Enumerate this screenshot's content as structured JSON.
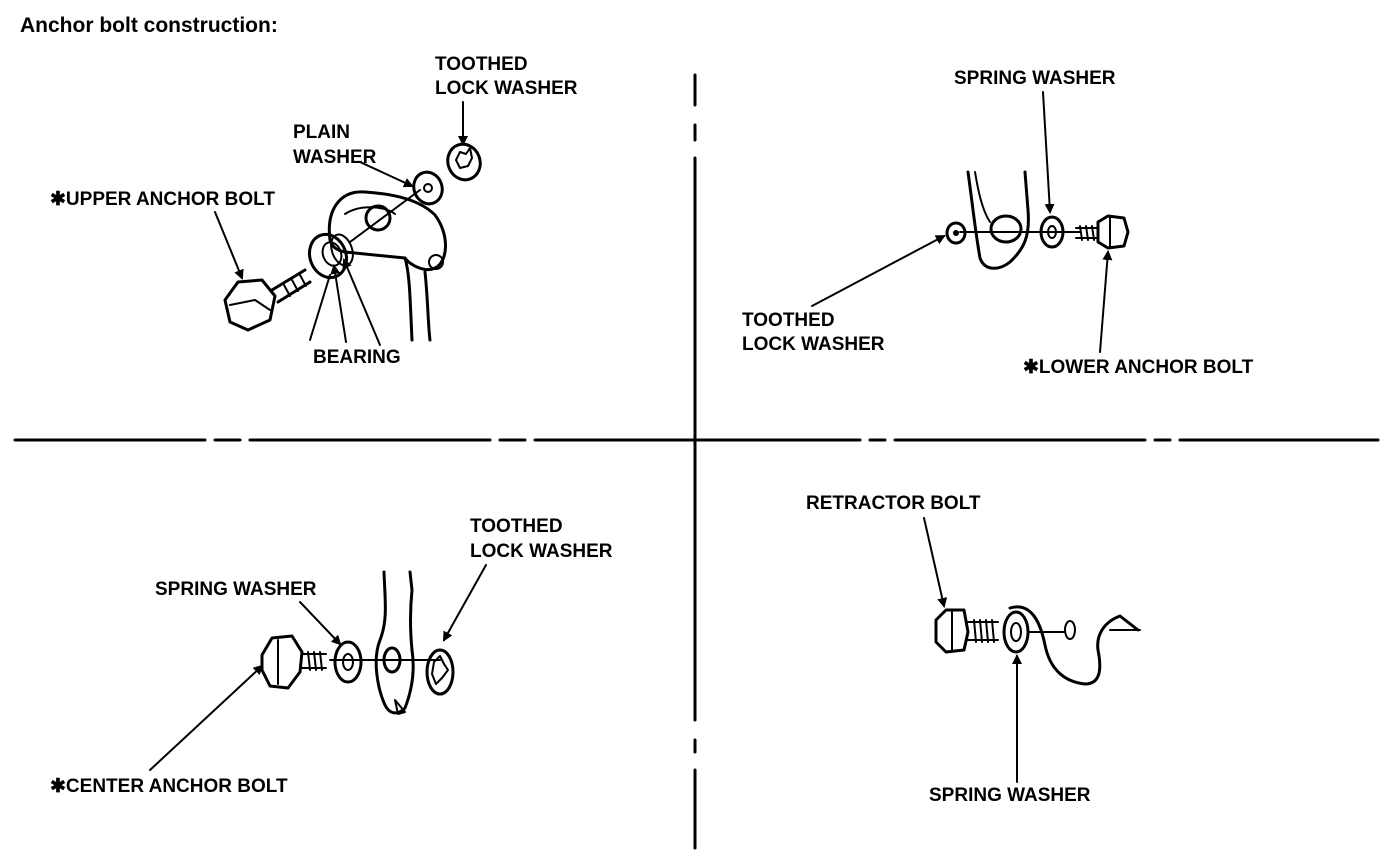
{
  "title": "Anchor bolt construction:",
  "panels": {
    "upper": {
      "toothed_lock_washer": [
        "TOOTHED",
        "LOCK WASHER"
      ],
      "plain_washer": [
        "PLAIN",
        "WASHER"
      ],
      "upper_anchor_bolt": "✱UPPER ANCHOR BOLT",
      "bearing": "BEARING"
    },
    "lower": {
      "spring_washer": "SPRING WASHER",
      "toothed_lock_washer": [
        "TOOTHED",
        "LOCK WASHER"
      ],
      "lower_anchor_bolt": "✱LOWER ANCHOR BOLT"
    },
    "center": {
      "toothed_lock_washer": [
        "TOOTHED",
        "LOCK WASHER"
      ],
      "spring_washer": "SPRING WASHER",
      "center_anchor_bolt": "✱CENTER ANCHOR BOLT"
    },
    "retractor": {
      "retractor_bolt": "RETRACTOR BOLT",
      "spring_washer": "SPRING WASHER"
    }
  }
}
